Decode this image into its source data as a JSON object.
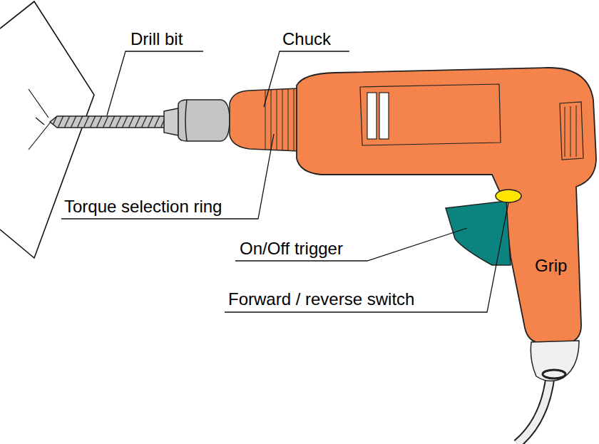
{
  "diagram": {
    "labels": [
      "Drill bit",
      "Chuck",
      "Torque selection ring",
      "On/Off trigger",
      "Forward / reverse switch",
      "Grip"
    ]
  }
}
